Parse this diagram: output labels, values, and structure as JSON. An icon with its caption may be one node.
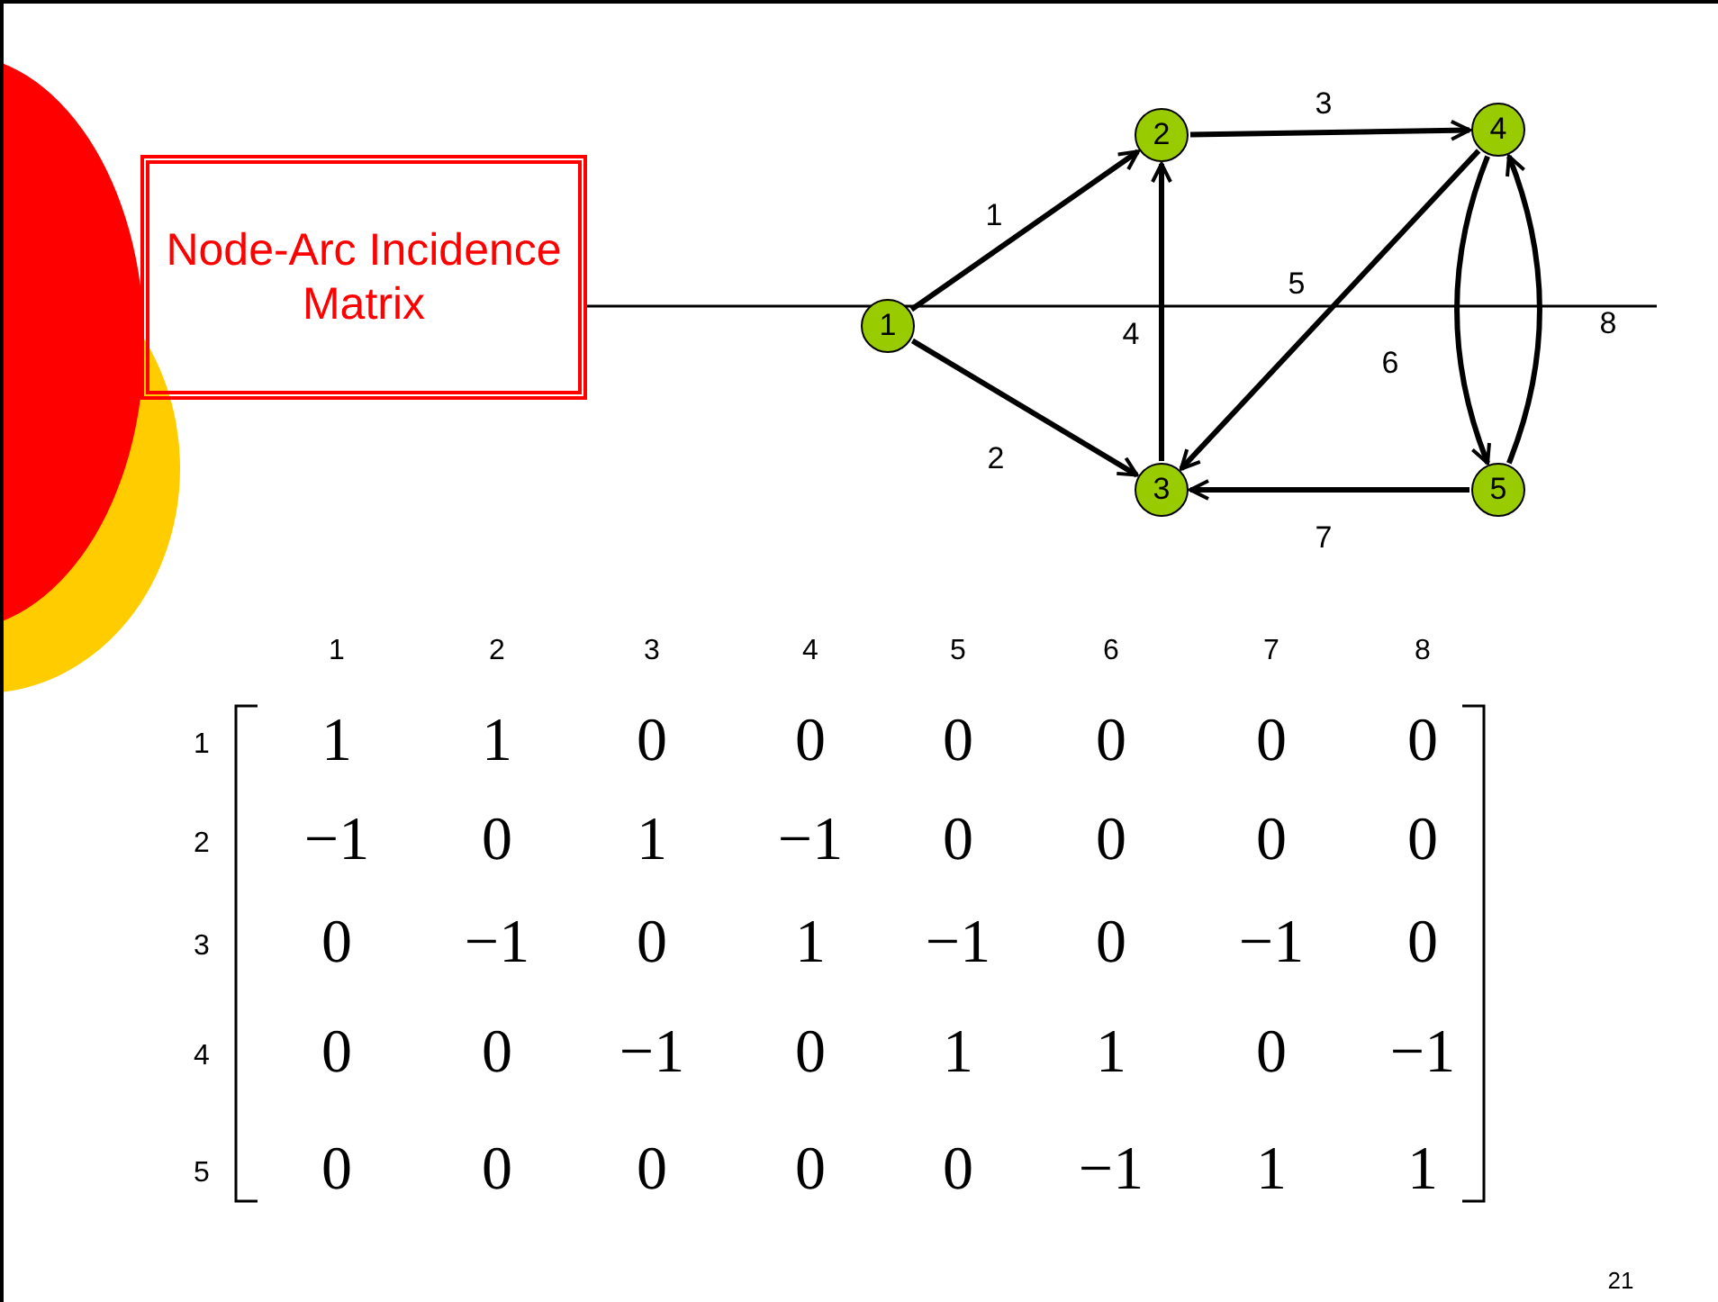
{
  "diagram": {
    "title": "Node-Arc Incidence Matrix",
    "nodes": [
      {
        "text": [
          "1"
        ]
      },
      {
        "text": [
          "2"
        ]
      },
      {
        "text": [
          "3"
        ]
      },
      {
        "text": [
          "4"
        ]
      },
      {
        "text": [
          "5"
        ]
      }
    ],
    "edges": [
      {
        "from": 0,
        "to": 1,
        "arrow": "to",
        "label": "1"
      },
      {
        "from": 0,
        "to": 2,
        "arrow": "to",
        "label": "2"
      },
      {
        "from": 1,
        "to": 3,
        "arrow": "to",
        "label": "3"
      },
      {
        "from": 2,
        "to": 1,
        "arrow": "to",
        "label": "4"
      },
      {
        "from": 3,
        "to": 2,
        "arrow": "to",
        "label": "5"
      },
      {
        "from": 3,
        "to": 4,
        "arrow": "to",
        "label": "6"
      },
      {
        "from": 4,
        "to": 2,
        "arrow": "to",
        "label": "7"
      },
      {
        "from": 4,
        "to": 3,
        "arrow": "to",
        "label": "8"
      }
    ],
    "labels": [
      "1",
      "2",
      "3",
      "4",
      "5",
      "6",
      "7",
      "8",
      "1",
      "1",
      "1",
      "0",
      "0",
      "0",
      "0",
      "0",
      "0",
      "2",
      "−1",
      "0",
      "1",
      "−1",
      "0",
      "0",
      "0",
      "0",
      "3",
      "0",
      "−1",
      "0",
      "1",
      "−1",
      "0",
      "−1",
      "0",
      "4",
      "0",
      "0",
      "−1",
      "0",
      "1",
      "1",
      "0",
      "−1",
      "5",
      "0",
      "0",
      "0",
      "0",
      "0",
      "−1",
      "1",
      "1",
      "21"
    ]
  }
}
